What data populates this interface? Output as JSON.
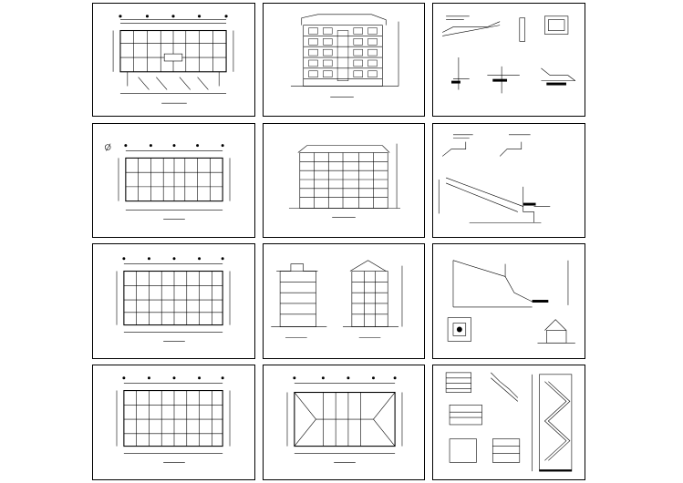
{
  "sheets": [
    {
      "id": "r1c1",
      "caption": "",
      "kind": "plan"
    },
    {
      "id": "r1c2",
      "caption": "",
      "kind": "elevation"
    },
    {
      "id": "r1c3",
      "caption": "",
      "kind": "details"
    },
    {
      "id": "r2c1",
      "caption": "",
      "kind": "plan"
    },
    {
      "id": "r2c2",
      "caption": "",
      "kind": "elevation"
    },
    {
      "id": "r2c3",
      "caption": "",
      "kind": "details"
    },
    {
      "id": "r3c1",
      "caption": "",
      "kind": "plan"
    },
    {
      "id": "r3c2",
      "caption": "",
      "kind": "sections"
    },
    {
      "id": "r3c3",
      "caption": "",
      "kind": "details"
    },
    {
      "id": "r4c1",
      "caption": "",
      "kind": "plan"
    },
    {
      "id": "r4c2",
      "caption": "",
      "kind": "roof-plan"
    },
    {
      "id": "r4c3",
      "caption": "",
      "kind": "stair-details"
    }
  ]
}
